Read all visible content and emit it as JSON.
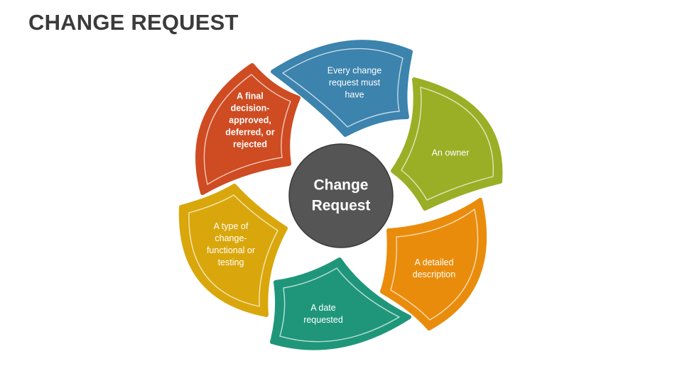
{
  "title": "CHANGE REQUEST",
  "center": {
    "lines": [
      "Change",
      "Request"
    ],
    "color": "#555555"
  },
  "segments": [
    {
      "id": "blue",
      "lines": [
        "Every change",
        "request must",
        "have"
      ],
      "color": "#3c83ad",
      "bold": false
    },
    {
      "id": "green",
      "lines": [
        "An owner"
      ],
      "color": "#9aaf25",
      "bold": false
    },
    {
      "id": "orange",
      "lines": [
        "A detailed",
        "description"
      ],
      "color": "#ea8c0b",
      "bold": false
    },
    {
      "id": "teal",
      "lines": [
        "A date",
        "requested"
      ],
      "color": "#1f967a",
      "bold": false
    },
    {
      "id": "yellow",
      "lines": [
        "A type of",
        "change-",
        "functional or",
        "testing"
      ],
      "color": "#d9a70c",
      "bold": false
    },
    {
      "id": "red",
      "lines": [
        "A final",
        "decision-",
        "approved,",
        "deferred, or",
        "rejected"
      ],
      "color": "#cf4b22",
      "bold": true
    }
  ]
}
